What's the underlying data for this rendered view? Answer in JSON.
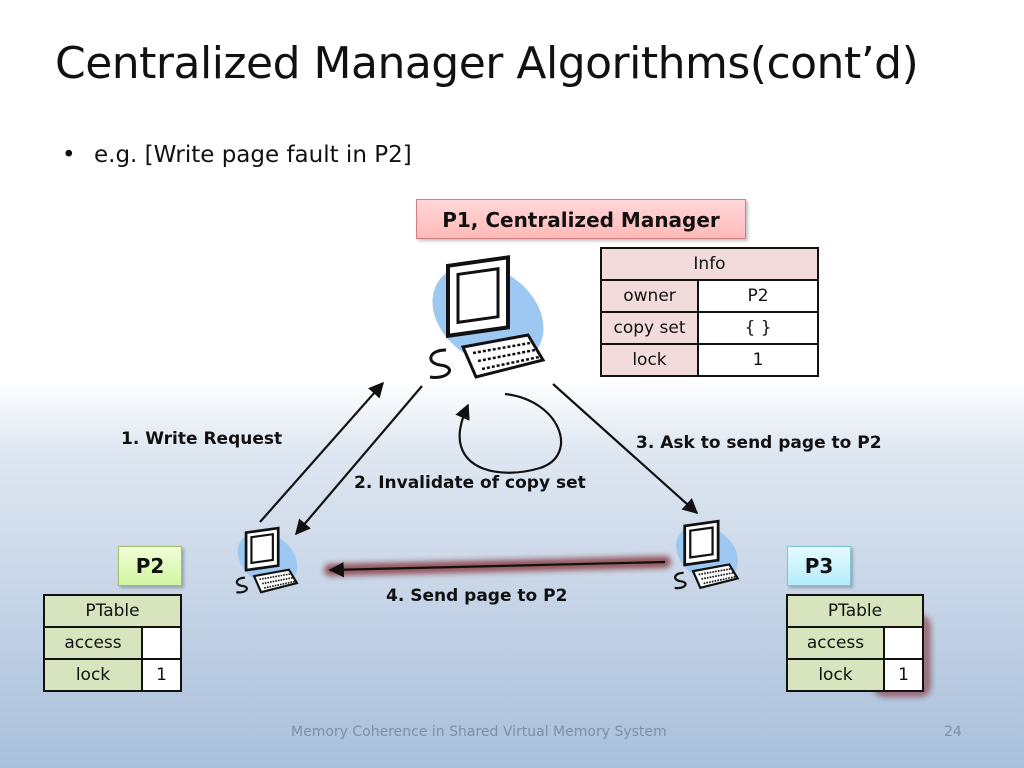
{
  "slide": {
    "title": "Centralized Manager Algorithms(cont’d)",
    "bullet": "e.g. [Write page fault in P2]",
    "bullet_marker": "•",
    "footer": "Memory Coherence in Shared Virtual Memory System",
    "page_number": "24"
  },
  "manager": {
    "label": "P1, Centralized Manager",
    "info": {
      "header": "Info",
      "rows": [
        {
          "key": "owner",
          "value": "P2"
        },
        {
          "key": "copy set",
          "value": "{ }"
        },
        {
          "key": "lock",
          "value": "1"
        }
      ]
    }
  },
  "p2": {
    "label": "P2",
    "ptable": {
      "header": "PTable",
      "rows": [
        {
          "key": "access",
          "value": ""
        },
        {
          "key": "lock",
          "value": "1"
        }
      ]
    }
  },
  "p3": {
    "label": "P3",
    "ptable": {
      "header": "PTable",
      "rows": [
        {
          "key": "access",
          "value": ""
        },
        {
          "key": "lock",
          "value": "1"
        }
      ]
    }
  },
  "steps": {
    "step1": "1.  Write Request",
    "step2": "2. Invalidate of copy set",
    "step3": "3. Ask to send page to P2",
    "step4": "4. Send page to P2"
  },
  "colors": {
    "manager_label_bg": "#ffc4c4",
    "info_bg": "#f2dcdb",
    "ptable_bg": "#d7e4bd",
    "p2_label_bg": "#d9f7b5",
    "p3_label_bg": "#c9f2fc",
    "highlight": "#7b1f1f"
  },
  "icons": [
    "computer-icon"
  ]
}
